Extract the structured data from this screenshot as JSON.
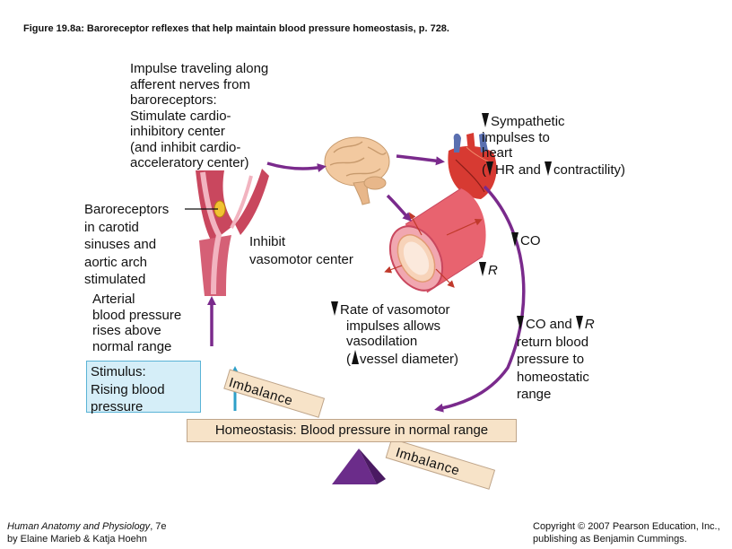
{
  "figure_title": "Figure 19.8a: Baroreceptor reflexes that help maintain blood pressure homeostasis, p. 728.",
  "impulse_label": [
    "Impulse traveling along",
    "afferent nerves from",
    "baroreceptors:",
    "Stimulate cardio-",
    "inhibitory center",
    "(and inhibit cardio-",
    "acceleratory center)"
  ],
  "sympathetic": {
    "line1": "Sympathetic",
    "line2": "impulses to",
    "line3": "heart",
    "line4_a": "(",
    "line4_b": "HR and",
    "line4_c": "contractility)"
  },
  "baroreceptors_label": [
    "Baroreceptors",
    "in carotid",
    "sinuses and",
    "aortic arch",
    "stimulated"
  ],
  "inhibit_label": [
    "Inhibit",
    "vasomotor center"
  ],
  "co_label": "CO",
  "r_label": "R",
  "arterial_label": [
    "Arterial",
    "blood pressure",
    "rises above",
    "normal range"
  ],
  "vasomotor": {
    "line1": "Rate of vasomotor",
    "line2": "impulses allows",
    "line3": "vasodilation",
    "line4_a": "(",
    "line4_b": "vessel diameter)"
  },
  "return_label": {
    "line1_a": "CO and",
    "line1_b": "R",
    "lines": [
      "return blood",
      "pressure to",
      "homeostatic",
      "range"
    ]
  },
  "stimulus_label": [
    "Stimulus:",
    "Rising blood",
    "pressure"
  ],
  "imbalance_top": "Imbalance",
  "homeostasis_label": "Homeostasis: Blood pressure in normal range",
  "imbalance_bottom": "Imbalance",
  "footer_left": {
    "book": "Human Anatomy and Physiology",
    "edition": ", 7e",
    "authors": "by Elaine Marieb & Katja Hoehn"
  },
  "footer_right": [
    "Copyright © 2007 Pearson Education, Inc.,",
    "publishing as Benjamin Cummings."
  ],
  "colors": {
    "arrow": "#7a2a8c",
    "stimulus_fill": "#d5eef8",
    "stimulus_border": "#5ab3d6",
    "beam_fill": "#f7e3c8",
    "fulcrum": "#6b2c8a",
    "up_arrow": "#2e9fc8",
    "vessel": "#d9495e",
    "brain": "#f2c9a0"
  }
}
